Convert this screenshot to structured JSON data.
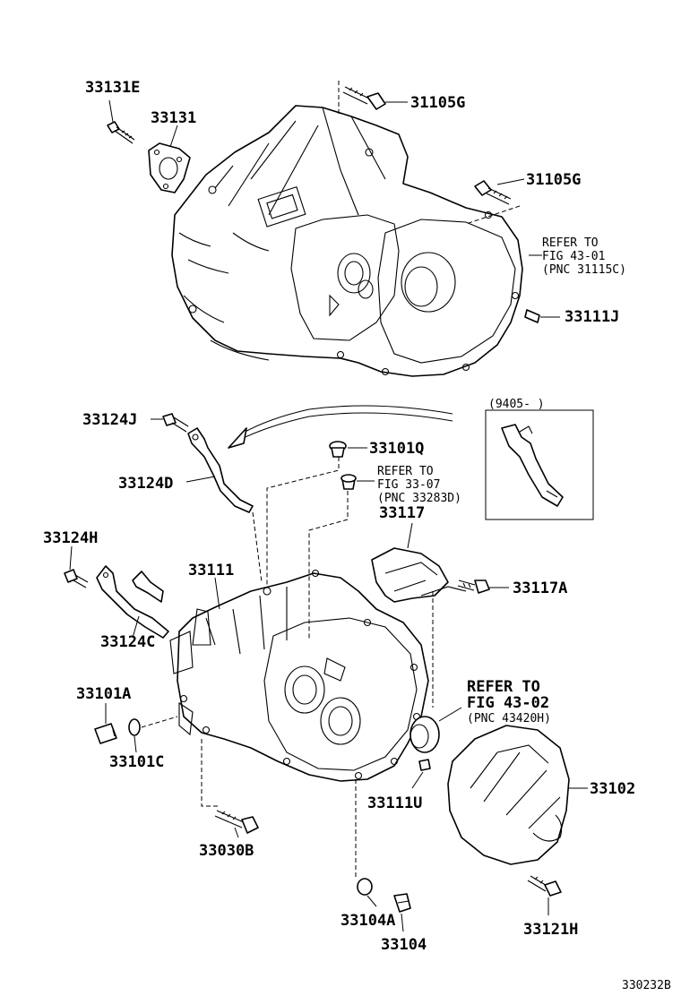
{
  "labels": {
    "p33131E": "33131E",
    "p33131": "33131",
    "p31105G_a": "31105G",
    "p31105G_b": "31105G",
    "refer_4301_l1": "REFER TO",
    "refer_4301_l2": "FIG 43-01",
    "refer_4301_l3": "(PNC 31115C)",
    "p33111J": "33111J",
    "p33124J": "33124J",
    "p33101Q": "33101Q",
    "refer_3307_l1": "REFER TO",
    "refer_3307_l2": "FIG 33-07",
    "refer_3307_l3": "(PNC 33283D)",
    "p33124D": "33124D",
    "p33117": "33117",
    "date_range": "(9405-      )",
    "p33124H": "33124H",
    "p33111": "33111",
    "p33117A": "33117A",
    "p33124C": "33124C",
    "refer_4302_l1": "REFER TO",
    "refer_4302_l2": "FIG 43-02",
    "refer_4302_l3": "(PNC 43420H)",
    "p33101A": "33101A",
    "p33101C": "33101C",
    "p33102": "33102",
    "p33111U": "33111U",
    "p33030B": "33030B",
    "p33104A": "33104A",
    "p33121H": "33121H",
    "p33104": "33104",
    "figure_id": "330232B"
  }
}
